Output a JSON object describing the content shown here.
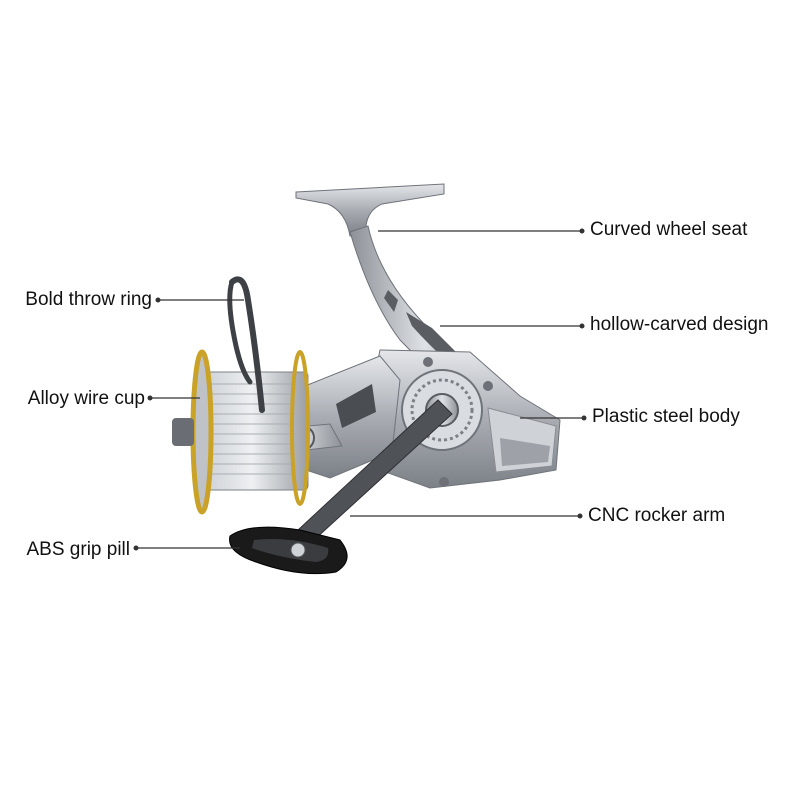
{
  "labels": {
    "bold_throw_ring": "Bold throw ring",
    "alloy_wire_cup": "Alloy wire cup",
    "abs_grip_pill": "ABS grip pill",
    "curved_wheel_seat": "Curved wheel seat",
    "hollow_carved_design": "hollow-carved design",
    "plastic_steel_body": "Plastic steel body",
    "cnc_rocker_arm": "CNC rocker arm"
  },
  "colors": {
    "background": "#ffffff",
    "text": "#111111",
    "leader_line": "#333333",
    "reel_silver": "#b8bcc2",
    "reel_dark": "#4a4d52",
    "spool_gold": "#c9a227",
    "handle_black": "#1a1a1a"
  }
}
